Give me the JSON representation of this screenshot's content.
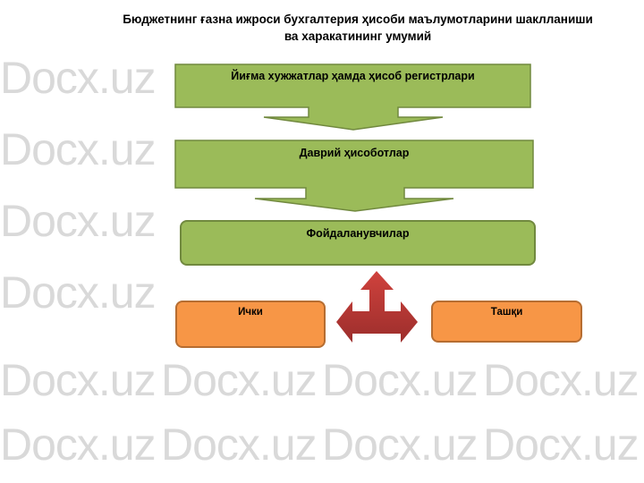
{
  "title_line1": "Бюджетнинг ғазна ижроси бухгалтерия ҳисоби маълумотларини шаклланиши",
  "title_line2": "ва харакатининг умумий",
  "watermark": "Docx.uz",
  "boxes": {
    "registers": "Йиғма хужжатлар ҳамда ҳисоб регистрлари",
    "reports": "Даврий ҳисоботлар",
    "users": "Фойдаланувчилар",
    "internal": "Ички",
    "external": "Ташқи"
  },
  "colors": {
    "green": "#9bbb59",
    "green_border": "#71893f",
    "orange": "#f79646",
    "orange_border": "#b66d31",
    "red": "#c0504d"
  }
}
